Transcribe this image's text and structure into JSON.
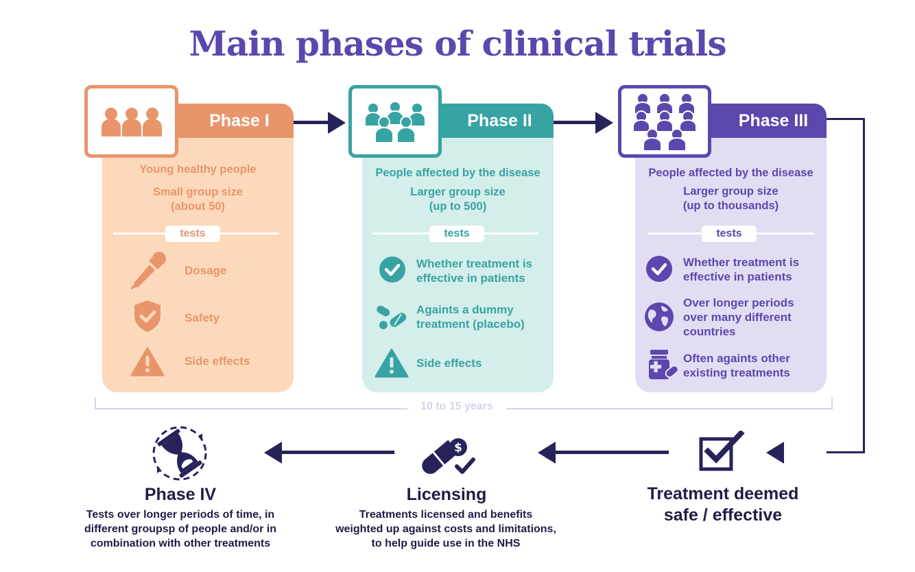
{
  "title": "Main phases of clinical trials",
  "colors": {
    "title": "#5b47ad",
    "phase1": "#e8956b",
    "phase1_bg": "#fcd9bb",
    "phase2": "#38a3a3",
    "phase2_bg": "#d4eeeb",
    "phase3": "#5b47ad",
    "phase3_bg": "#e2ddf3",
    "arrow": "#27225a",
    "timeline": "#d8d2ee"
  },
  "phases": [
    {
      "name": "Phase I",
      "icon": "people-three-icon",
      "lines": [
        "Young healthy people",
        "Small group size",
        "(about 50)"
      ],
      "tests_label": "tests",
      "tests": [
        {
          "icon": "dropper-icon",
          "text": "Dosage"
        },
        {
          "icon": "shield-check-icon",
          "text": "Safety"
        },
        {
          "icon": "warning-icon",
          "text": "Side effects"
        }
      ]
    },
    {
      "name": "Phase II",
      "icon": "people-group-icon",
      "lines": [
        "People affected by the disease",
        "Larger group size",
        "(up to 500)"
      ],
      "tests_label": "tests",
      "tests": [
        {
          "icon": "check-circle-icon",
          "text": "Whether treatment is effective in patients"
        },
        {
          "icon": "pills-icon",
          "text": "Againts a dummy treatment (placebo)"
        },
        {
          "icon": "warning-icon",
          "text": "Side effects"
        }
      ]
    },
    {
      "name": "Phase III",
      "icon": "people-crowd-icon",
      "lines": [
        "People affected by the disease",
        "Larger group size",
        "(up to thousands)"
      ],
      "tests_label": "tests",
      "tests": [
        {
          "icon": "check-circle-icon",
          "text": "Whether treatment is effective in patients"
        },
        {
          "icon": "globe-icon",
          "text": "Over longer periods over many different countries"
        },
        {
          "icon": "medicine-bottle-icon",
          "text": "Often againts other existing treatments"
        }
      ]
    }
  ],
  "timeline_label": "10 to 15 years",
  "bottom": [
    {
      "title": "Phase IV",
      "icon": "hourglass-icon",
      "desc": [
        "Tests over longer periods of time, in",
        "different groupsp of people and/or in",
        "combination with other treatments"
      ]
    },
    {
      "title": "Licensing",
      "icon": "licensed-pill-icon",
      "desc": [
        "Treatments licensed and benefits",
        "weighted up against costs and limitations,",
        "to help guide use in the NHS"
      ]
    },
    {
      "title_lines": [
        "Treatment deemed",
        "safe / effective"
      ],
      "icon": "checkbox-icon"
    }
  ]
}
